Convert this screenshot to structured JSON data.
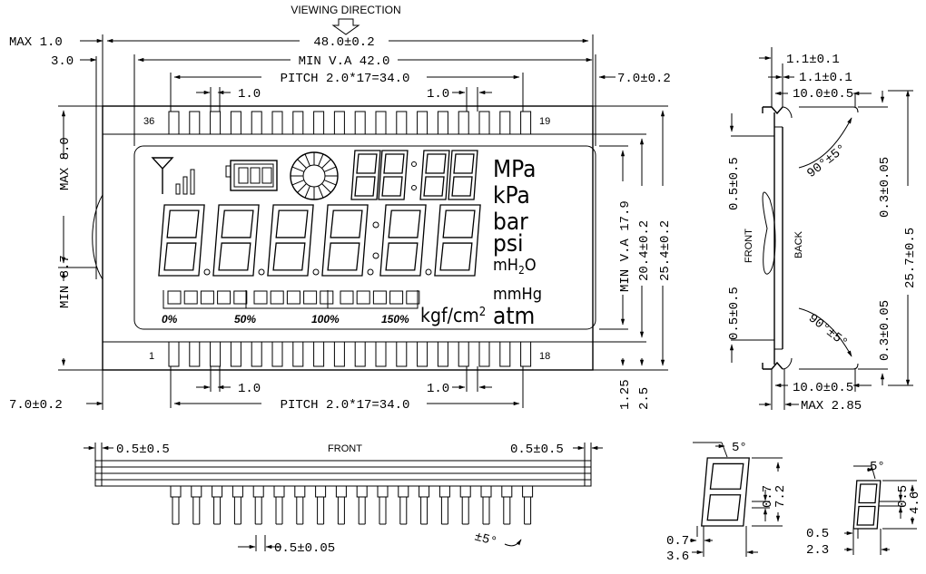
{
  "header": {
    "viewing_direction": "VIEWING DIRECTION"
  },
  "front_view": {
    "dims": {
      "max_margin": "MAX 1.0",
      "offset_top": "3.0",
      "overall_width": "48.0±0.2",
      "min_va_width": "MIN V.A 42.0",
      "pitch_top": "PITCH 2.0*17=34.0",
      "pin_w_tl": "1.0",
      "pin_w_tr": "1.0",
      "right_margin": "7.0±0.2",
      "max_height_left": "MAX 8.0",
      "min_va_height": "MIN V.A 17.9",
      "window_height": "20.4±0.2",
      "overall_height": "25.4±0.2",
      "min_left": "MIN 8.7",
      "left_margin": "7.0±0.2",
      "pin_w_bl": "1.0",
      "pin_w_br": "1.0",
      "pitch_bottom": "PITCH 2.0*17=34.0",
      "pin_len_a": "1.25",
      "pin_len_b": "2.5"
    },
    "pin_labels": {
      "top_left": "36",
      "top_right": "19",
      "bottom_left": "1",
      "bottom_right": "18"
    },
    "units": {
      "mpa": "MPa",
      "kpa": "kPa",
      "bar": "bar",
      "psi": "psi",
      "mh2o_m": "mH",
      "mh2o_sub": "2",
      "mh2o_o": "O",
      "mmhg": "mmHg",
      "kgf": "kgf/cm",
      "kgf_sup": "2",
      "atm": "atm"
    },
    "bar_scale": [
      "0%",
      "50%",
      "100%",
      "150%"
    ]
  },
  "side_view": {
    "dims": {
      "top_a": "1.1±0.1",
      "top_b": "1.1±0.1",
      "top_c": "10.0±0.5",
      "left_top": "0.5±0.5",
      "left_bottom": "0.5±0.5",
      "angle_top": "90°±5°",
      "angle_bottom": "90°±5°",
      "right_top": "0.3±0.05",
      "right_bottom": "0.3±0.05",
      "overall": "25.7±0.5",
      "bottom_c": "10.0±0.5",
      "max_thickness": "MAX 2.85"
    },
    "labels": {
      "front": "FRONT",
      "back": "BACK"
    }
  },
  "bottom_view": {
    "label": "FRONT",
    "dims": {
      "left": "0.5±0.5",
      "right": "0.5±0.5",
      "pin_thickness": "0.5±0.05",
      "pin_angle": "±5°"
    }
  },
  "big_digit": {
    "dims": {
      "angle": "5°",
      "seg": "0.7",
      "height": "7.2",
      "bottom_seg": "0.7",
      "width": "3.6"
    }
  },
  "small_digit": {
    "dims": {
      "angle": "5°",
      "seg": "0.5",
      "height": "4.6",
      "bottom_seg": "0.5",
      "width": "2.3"
    }
  }
}
